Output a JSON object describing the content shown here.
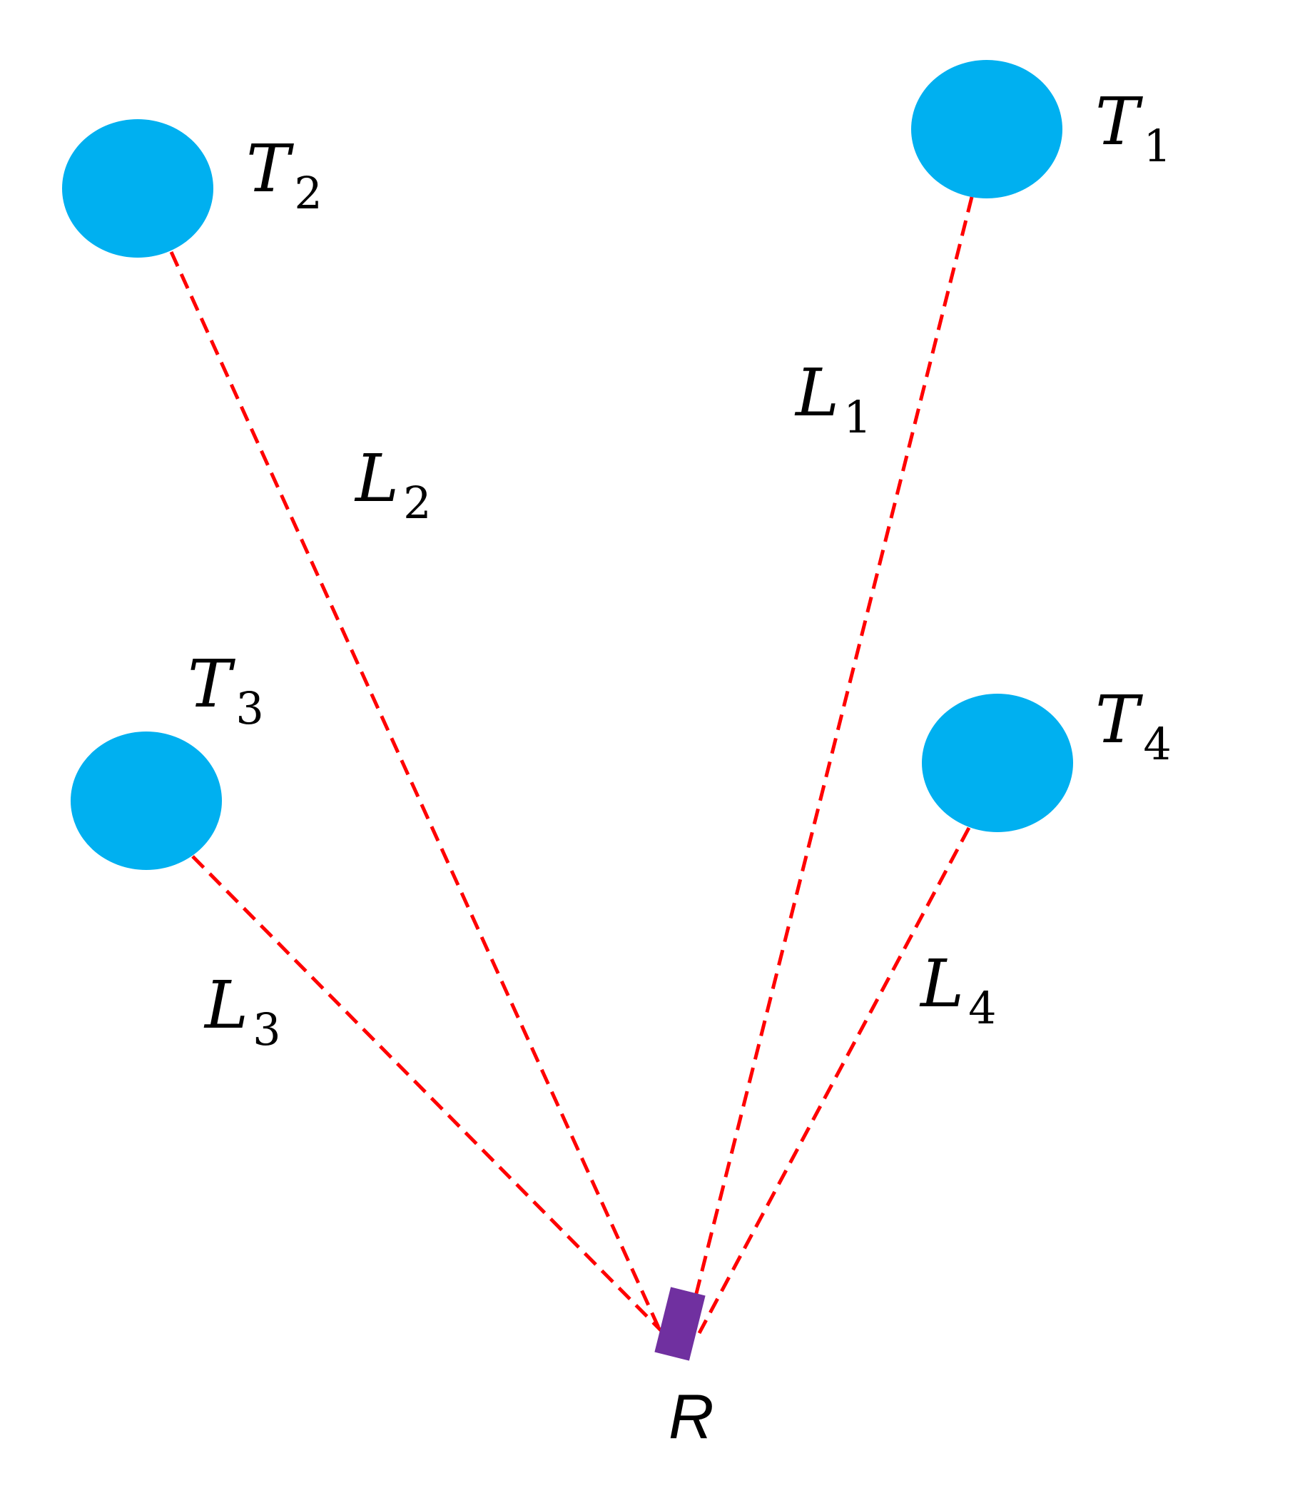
{
  "colors": {
    "transmitter": "#00B0F0",
    "link": "#FF0000",
    "receiver": "#7030A0",
    "text": "#000000"
  },
  "transmitters": [
    {
      "id": "T1",
      "letter": "T",
      "sub": "1"
    },
    {
      "id": "T2",
      "letter": "T",
      "sub": "2"
    },
    {
      "id": "T3",
      "letter": "T",
      "sub": "3"
    },
    {
      "id": "T4",
      "letter": "T",
      "sub": "4"
    }
  ],
  "links": [
    {
      "id": "L1",
      "letter": "L",
      "sub": "1",
      "from": "T1",
      "to": "R"
    },
    {
      "id": "L2",
      "letter": "L",
      "sub": "2",
      "from": "T2",
      "to": "R"
    },
    {
      "id": "L3",
      "letter": "L",
      "sub": "3",
      "from": "T3",
      "to": "R"
    },
    {
      "id": "L4",
      "letter": "L",
      "sub": "4",
      "from": "T4",
      "to": "R"
    }
  ],
  "receiver": {
    "id": "R",
    "label": "R"
  }
}
